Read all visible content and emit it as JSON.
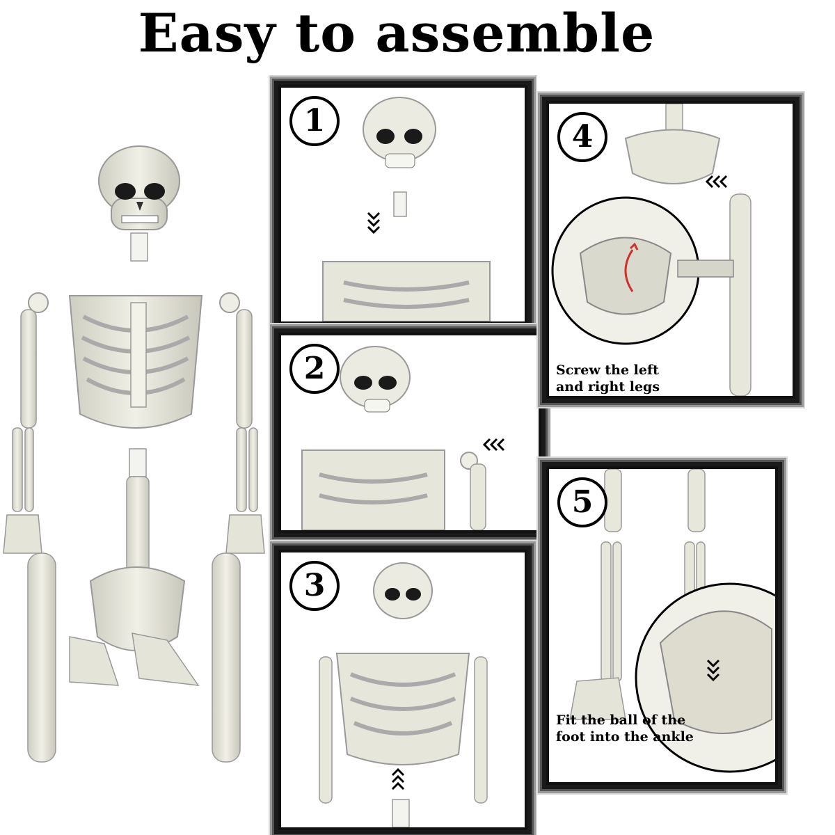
{
  "title": "Easy to assemble",
  "steps": [
    {
      "number": "1",
      "caption": ""
    },
    {
      "number": "2",
      "caption": ""
    },
    {
      "number": "3",
      "caption": ""
    },
    {
      "number": "4",
      "caption_line1": "Screw the left",
      "caption_line2": "and right legs"
    },
    {
      "number": "5",
      "caption_line1": "Fit the ball of the",
      "caption_line2": "foot into the ankle"
    }
  ],
  "colors": {
    "bone": "#e9e8dd",
    "bone_shadow": "#b9b8aa",
    "eye": "#1a1a1a",
    "arrow": "#000000",
    "accent_red": "#d0302a",
    "frame": "#111111"
  }
}
